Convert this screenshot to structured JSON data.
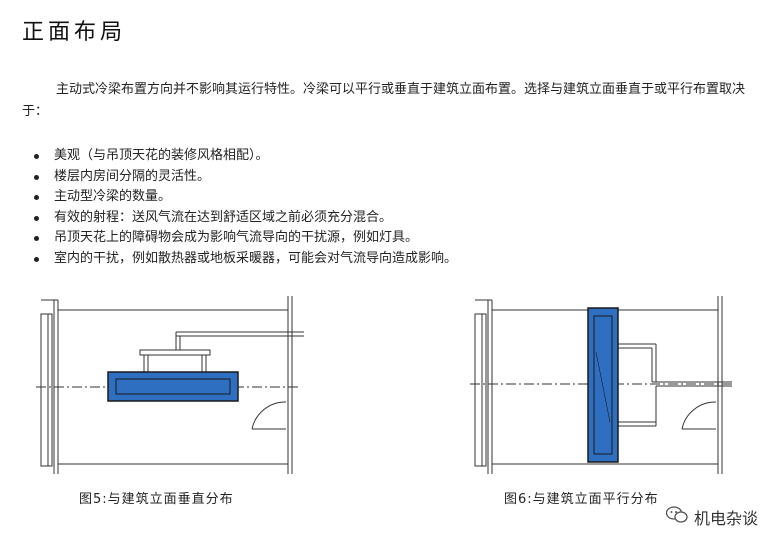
{
  "heading": "正面布局",
  "intro": "主动式冷梁布置方向并不影响其运行特性。冷梁可以平行或垂直于建筑立面布置。选择与建筑立面垂直于或平行布置取决于：",
  "bullets": [
    "美观（与吊顶天花的装修风格相配）。",
    "楼层内房间分隔的灵活性。",
    "主动型冷梁的数量。",
    "有效的射程：送风气流在达到舒适区域之前必须充分混合。",
    "吊顶天花上的障碍物会成为影响气流导向的干扰源，例如灯具。",
    "室内的干扰，例如散热器或地板采暖器，可能会对气流导向造成影响。"
  ],
  "figures": [
    {
      "caption": "图5:与建筑立面垂直分布"
    },
    {
      "caption": "图6:与建筑立面平行分布"
    }
  ],
  "watermark": "机电杂谈",
  "colors": {
    "beam_fill": "#2f6fc1",
    "beam_stroke": "#1a1a1a",
    "line": "#333333"
  }
}
